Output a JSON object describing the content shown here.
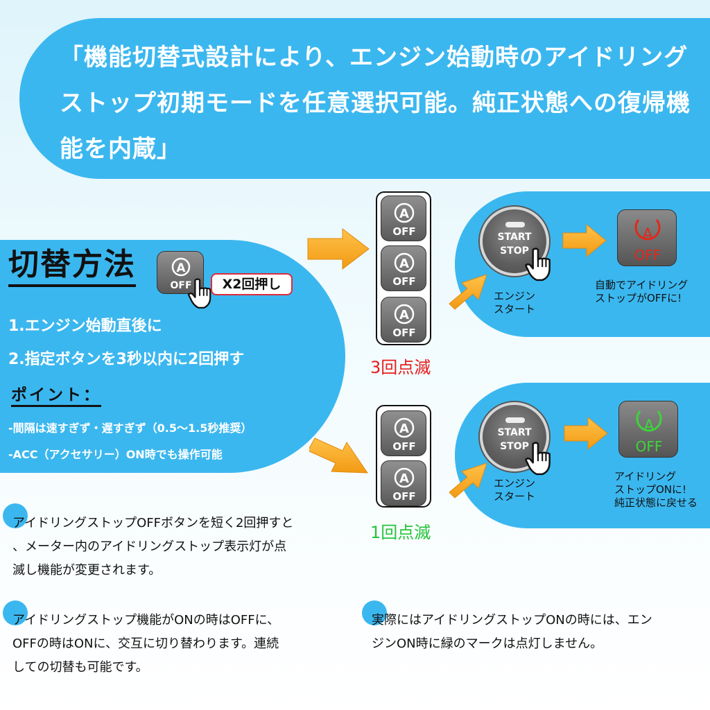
{
  "banner": {
    "text": "「機能切替式設計により、エンジン始動時のアイドリングストップ初期モードを任意選択可能。純正状態への復帰機能を内蔵」"
  },
  "method": {
    "title": "切替方法",
    "badge": "X2回押し",
    "steps": [
      "1.エンジン始動直後に",
      "2.指定ボタンを3秒以内に2回押す"
    ],
    "point_label": "ポイント：",
    "tips": [
      "-間隔は速すぎず・遅すぎず（0.5～1.5秒推奨）",
      "-ACC（アクセサリー）ON時でも操作可能"
    ]
  },
  "button": {
    "icon_letter": "A",
    "off_label": "OFF"
  },
  "flow_top": {
    "blink_label": "3回点滅",
    "blink_color": "#e81c1c",
    "start_line1": "START",
    "start_line2": "STOP",
    "engine_caption": [
      "エンジン",
      "スタート"
    ],
    "result_color": "#e0291b",
    "result_caption": [
      "自動でアイドリング",
      "ストップがOFFに!"
    ]
  },
  "flow_bottom": {
    "blink_label": "1回点滅",
    "blink_color": "#25c43a",
    "start_line1": "START",
    "start_line2": "STOP",
    "engine_caption": [
      "エンジン",
      "スタート"
    ],
    "result_color": "#3ed43a",
    "result_caption": [
      "アイドリング",
      "ストップONに!",
      "純正状態に戻せる"
    ]
  },
  "notes": {
    "note1": [
      "アイドリングストップOFFボタンを短く2回押すと",
      "、メーター内のアイドリングストップ表示灯が点",
      "滅し機能が変更されます。"
    ],
    "note2": [
      "アイドリングストップ機能がONの時はOFFに、",
      "OFFの時はONに、交互に切り替わります。連続",
      "しての切替も可能です。"
    ],
    "note3": [
      "実際にはアイドリングストップONの時には、エン",
      "ジンON時に緑のマークは点灯しません。"
    ]
  },
  "colors": {
    "accent": "#3bb7ef",
    "arrow": "#f5a623"
  }
}
